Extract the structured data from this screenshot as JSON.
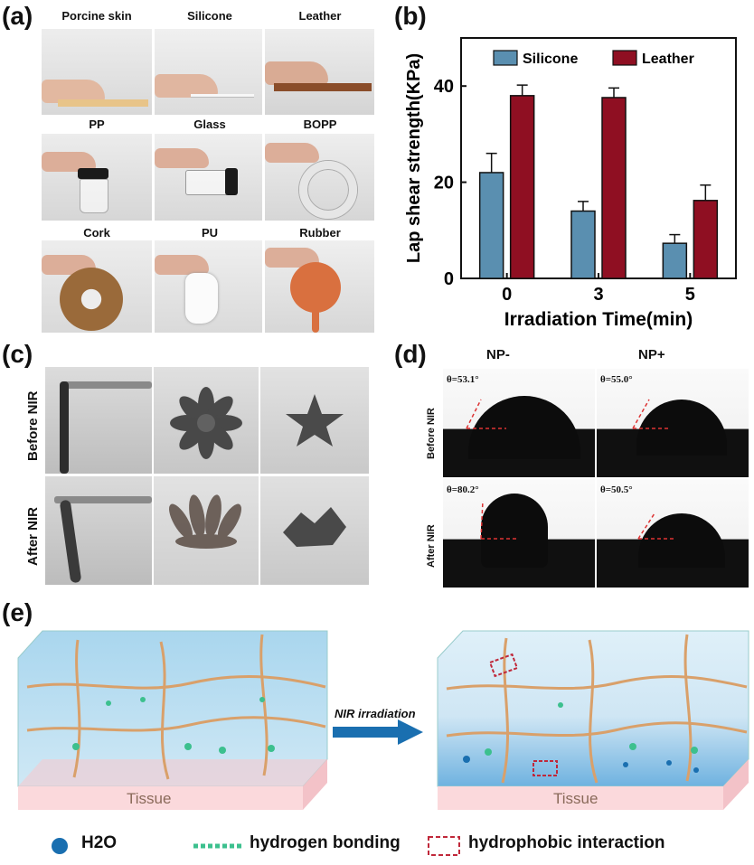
{
  "panel_a": {
    "label": "(a)",
    "items": [
      {
        "caption": "Porcine skin"
      },
      {
        "caption": "Silicone"
      },
      {
        "caption": "Leather"
      },
      {
        "caption": "PP"
      },
      {
        "caption": "Glass"
      },
      {
        "caption": "BOPP"
      },
      {
        "caption": "Cork"
      },
      {
        "caption": "PU"
      },
      {
        "caption": "Rubber"
      }
    ]
  },
  "panel_b": {
    "label": "(b)"
  },
  "chart_data": {
    "type": "bar",
    "categories": [
      "0",
      "3",
      "5"
    ],
    "series": [
      {
        "name": "Silicone",
        "values": [
          22,
          14,
          7.3
        ],
        "errors": [
          4,
          2,
          1.8
        ],
        "color": "#5a8fb0"
      },
      {
        "name": "Leather",
        "values": [
          38,
          37.6,
          16.2
        ],
        "errors": [
          2.2,
          2,
          3.2
        ],
        "color": "#8f0f22"
      }
    ],
    "xlabel": "Irradiation Time(min)",
    "ylabel": "Lap shear strength(KPa)",
    "ylim": [
      0,
      50
    ],
    "yticks": [
      0,
      20,
      40
    ],
    "legend": "top"
  },
  "panel_c": {
    "label": "(c)",
    "row_labels": [
      "Before NIR",
      "After NIR"
    ]
  },
  "panel_d": {
    "label": "(d)",
    "col_labels": [
      "NP-",
      "NP+"
    ],
    "row_labels": [
      "Before NIR",
      "After NIR"
    ],
    "angles": [
      "θ=53.1°",
      "θ=55.0°",
      "θ=80.2°",
      "θ=50.5°"
    ]
  },
  "panel_e": {
    "label": "(e)",
    "arrow_label": "NIR irradiation",
    "tissue_left": "Tissue",
    "tissue_right": "Tissue",
    "legend": {
      "water": "H2O",
      "hbond": "hydrogen bonding",
      "hydrophobic": "hydrophobic interaction"
    }
  },
  "colors": {
    "silicone": "#5a8fb0",
    "leather": "#8f0f22",
    "gel": "#bfe0f0",
    "tissue": "#fbd9dc",
    "fiber": "#d9a06a",
    "arrow": "#1a6fb0"
  }
}
